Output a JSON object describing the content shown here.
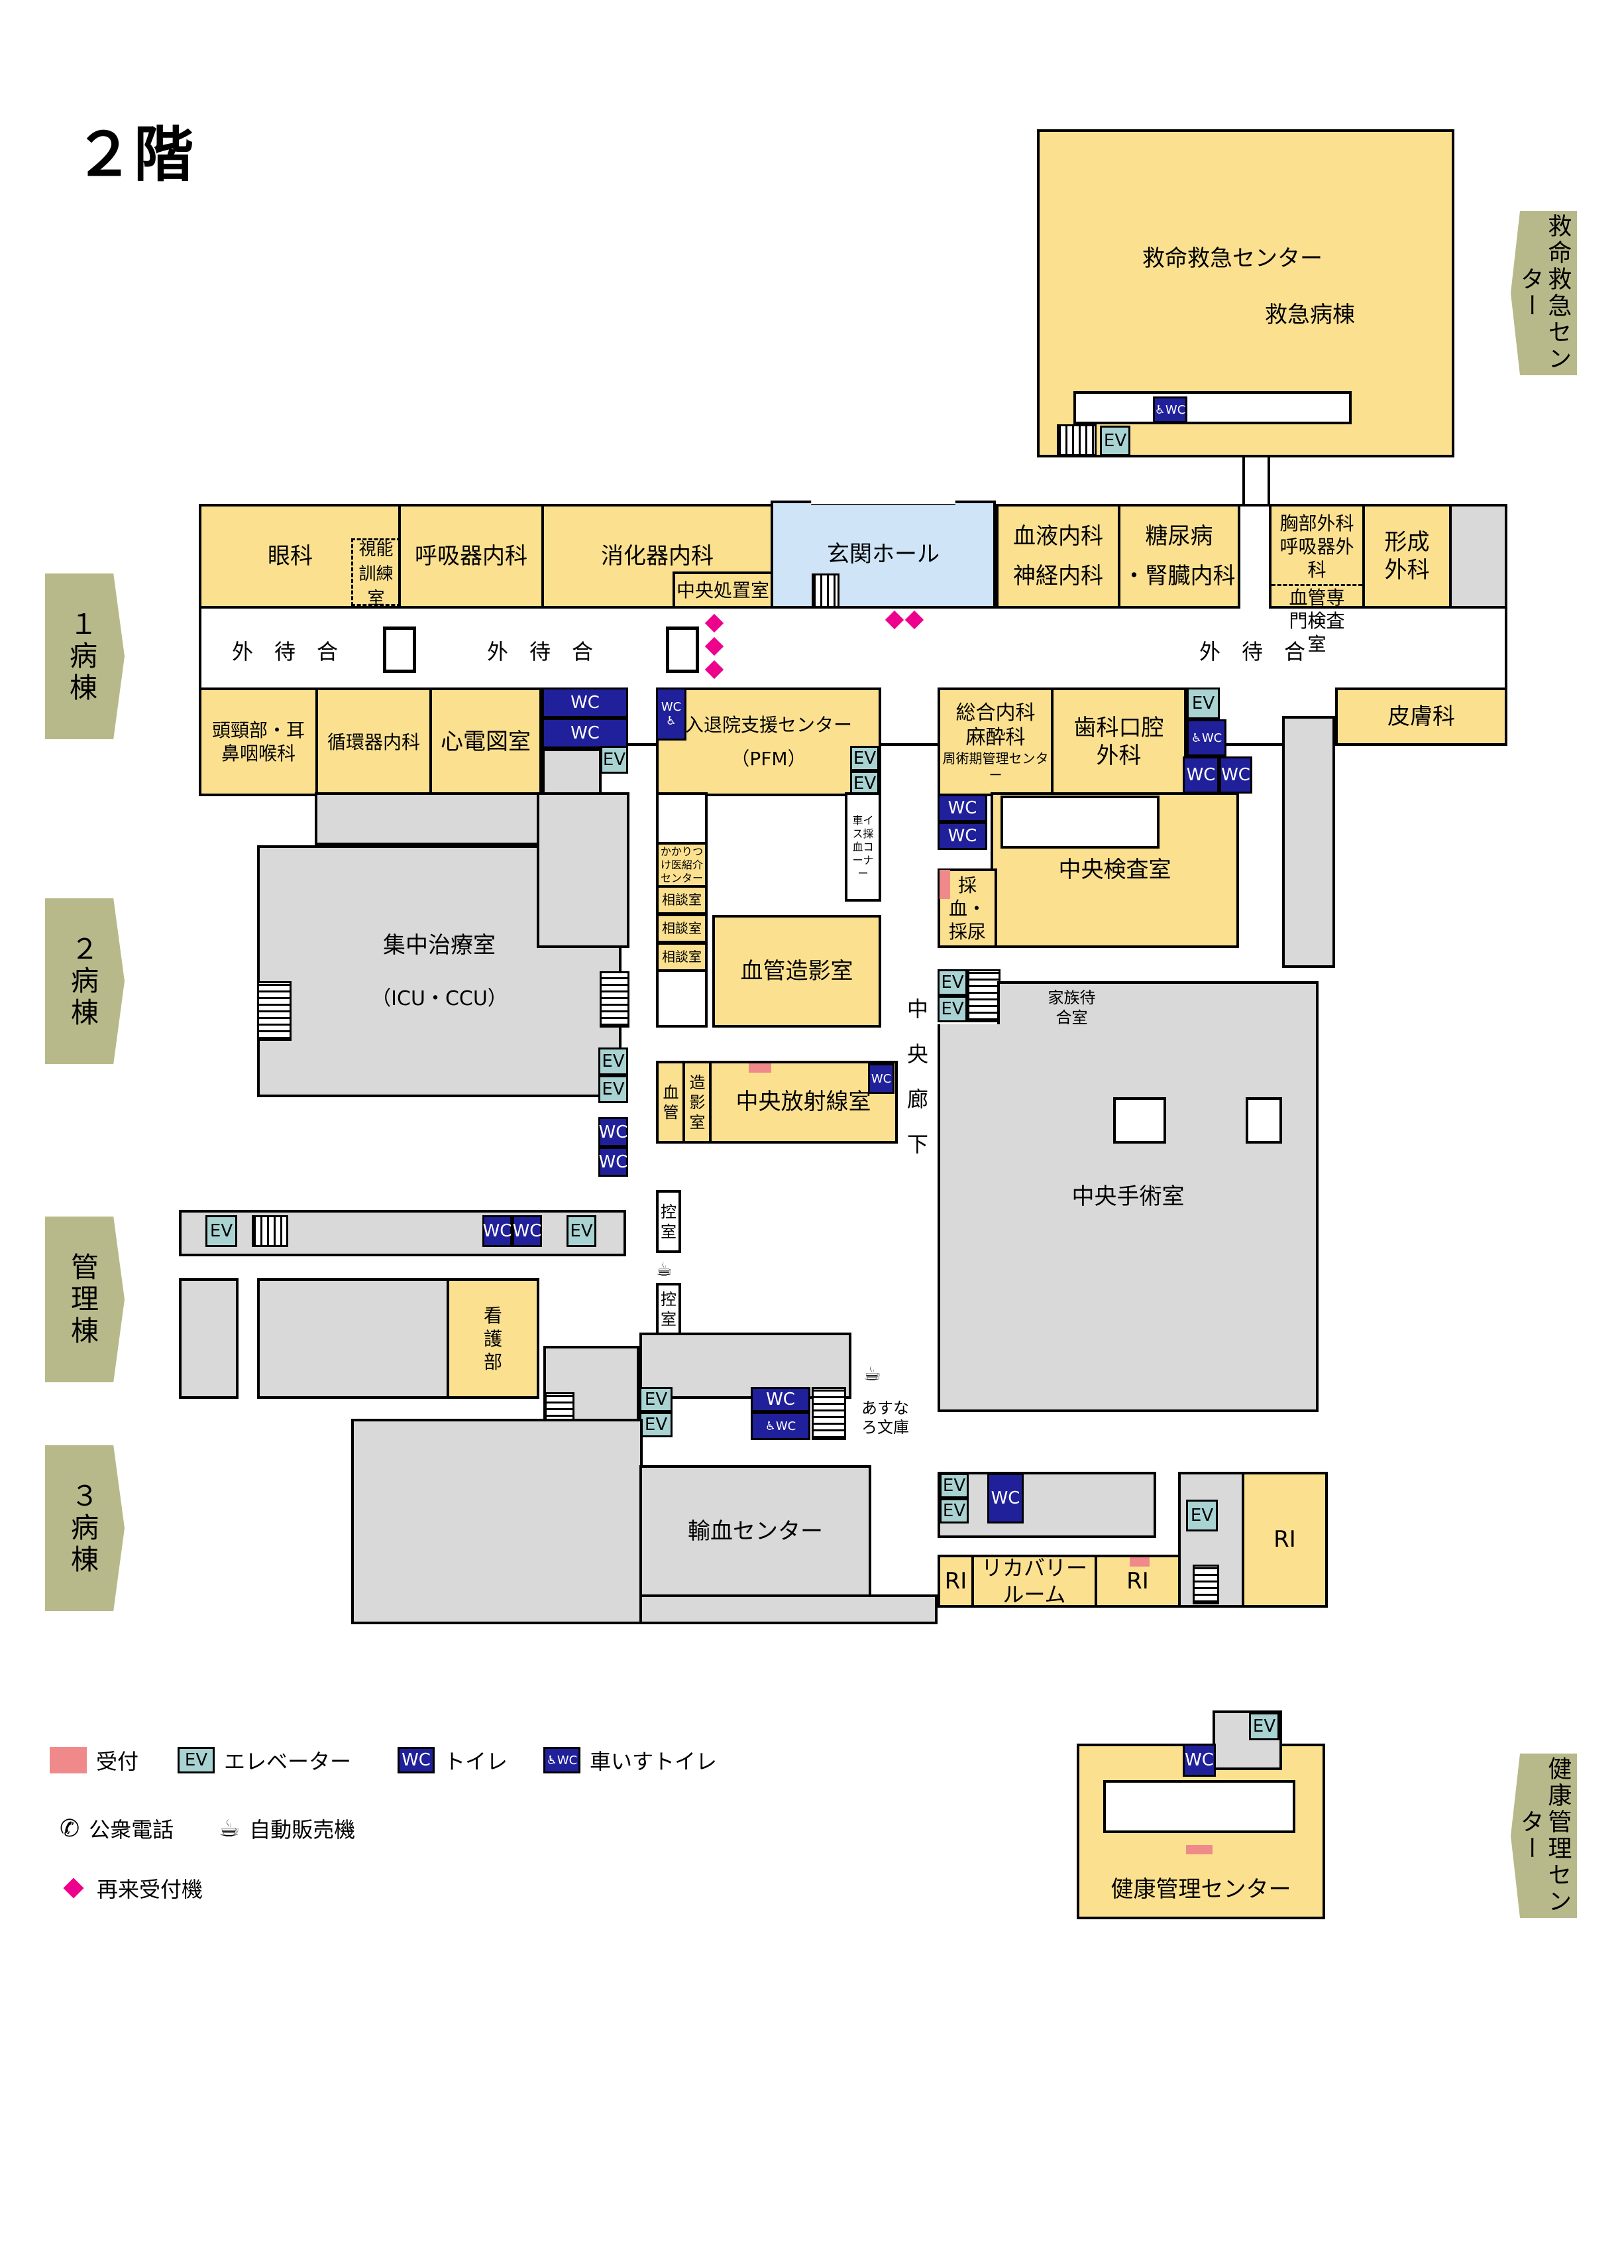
{
  "floor_title": "２階",
  "side_tabs": {
    "ward1": "１\n病\n棟",
    "ward2": "２\n病\n棟",
    "admin": "管\n理\n棟",
    "ward3": "３\n病\n棟",
    "emergency": "救命救急センター",
    "health": "健康管理センター"
  },
  "rooms": {
    "emergency_center": "救命救急センター",
    "emergency_ward": "救急病棟",
    "ophthalmology": "眼科",
    "vision_training": "視能訓練室",
    "respiratory": "呼吸器内科",
    "gastro": "消化器内科",
    "central_treatment": "中央処置室",
    "entrance_hall": "玄関ホール",
    "hematology": "血液内科",
    "neurology": "神経内科",
    "diabetes": "糖尿病",
    "nephrology": "・腎臓内科",
    "thoracic_surgery": "胸部外科",
    "respiratory_surgery": "呼吸器外科",
    "vascular_clinic": "血管専門検査室",
    "plastic_surgery": "形成外科",
    "waiting_left": "外　待　合",
    "waiting_mid": "外　待　合",
    "waiting_right": "外　待　合",
    "ent": "頭頸部・耳鼻咽喉科",
    "cardiology": "循環器内科",
    "ecg": "心電図室",
    "pfm_center": "入退院支援センター",
    "pfm": "（PFM）",
    "general_medicine": "総合内科",
    "anesthesiology": "麻酔科",
    "perioperative": "周術期管理センター",
    "dental": "歯科口腔外科",
    "dermatology": "皮膚科",
    "wheelchair_blood": "車イス採血コーナー",
    "family_doctor": "かかりつけ医紹介センター",
    "consult1": "相談室",
    "consult2": "相談室",
    "consult3": "相談室",
    "angio": "血管造影室",
    "central_lab": "中央検査室",
    "blood_sampling": "採血・採尿",
    "icu": "集中治療室",
    "icu_sub": "（ICU・CCU）",
    "family_waiting": "家族待合室",
    "central_corridor": "中央廊下",
    "vascular": "血管",
    "contrast": "造影室",
    "central_radiology": "中央放射線室",
    "central_surgery": "中央手術室",
    "waiting_room1": "控室",
    "waiting_room2": "控室",
    "nursing": "看護部",
    "asunaro": "あすなろ文庫",
    "transfusion": "輸血センター",
    "recovery": "リカバリールーム",
    "ri1": "RI",
    "ri2": "RI",
    "ri3": "RI",
    "health_center": "健康管理センター"
  },
  "symbols": {
    "ev": "EV",
    "wc": "WC",
    "wheelchair_wc_label": "WC"
  },
  "legend": {
    "reception": "受付",
    "elevator": "エレベーター",
    "toilet": "トイレ",
    "wheelchair_toilet": "車いすトイレ",
    "payphone": "公衆電話",
    "vending": "自動販売機",
    "revisit_machine": "再来受付機"
  },
  "colors": {
    "department": "#fbe18f",
    "other_area": "#d9d9d9",
    "hall": "#cfe5f7",
    "elevator": "#a9d3d3",
    "toilet": "#20209a",
    "reception": "#f08a8a",
    "revisit_machine": "#ec008c",
    "tab": "#b8b98a"
  }
}
